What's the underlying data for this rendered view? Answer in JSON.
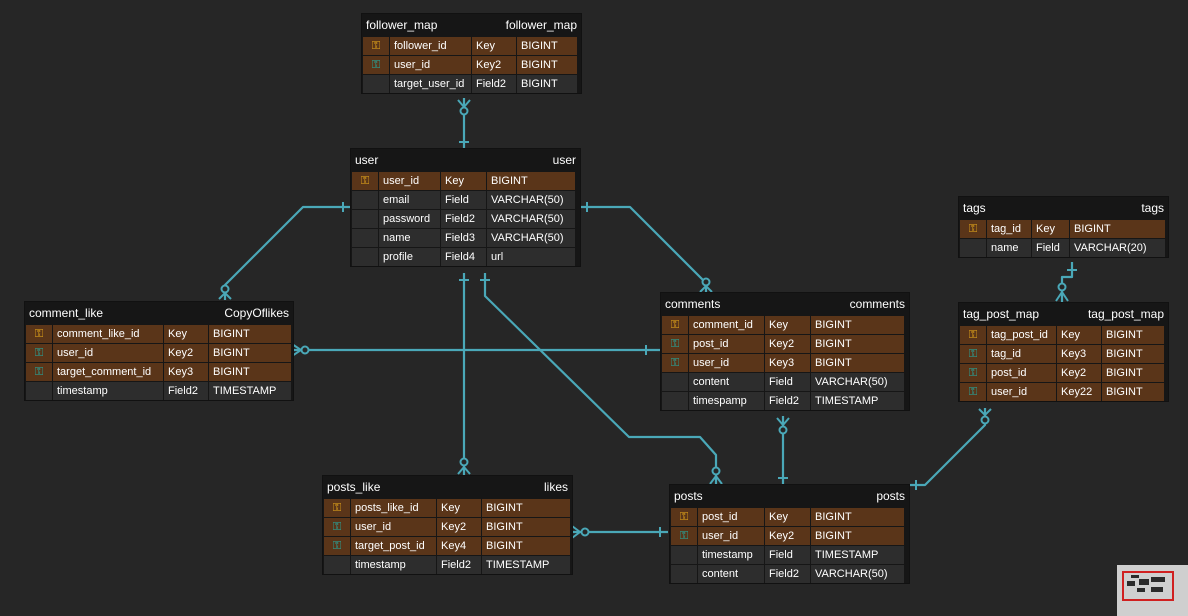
{
  "tables": {
    "follower_map": {
      "name": "follower_map",
      "alias": "follower_map",
      "rows": [
        {
          "icon": "key-gold",
          "field": "follower_id",
          "kind": "Key",
          "type": "BIGINT"
        },
        {
          "icon": "key-teal",
          "field": "user_id",
          "kind": "Key2",
          "type": "BIGINT"
        },
        {
          "icon": "",
          "field": "target_user_id",
          "kind": "Field2",
          "type": "BIGINT"
        }
      ]
    },
    "user": {
      "name": "user",
      "alias": "user",
      "rows": [
        {
          "icon": "key-gold",
          "field": "user_id",
          "kind": "Key",
          "type": "BIGINT"
        },
        {
          "icon": "",
          "field": "email",
          "kind": "Field",
          "type": "VARCHAR(50)"
        },
        {
          "icon": "",
          "field": "password",
          "kind": "Field2",
          "type": "VARCHAR(50)"
        },
        {
          "icon": "",
          "field": "name",
          "kind": "Field3",
          "type": "VARCHAR(50)"
        },
        {
          "icon": "",
          "field": "profile",
          "kind": "Field4",
          "type": "url"
        }
      ]
    },
    "tags": {
      "name": "tags",
      "alias": "tags",
      "rows": [
        {
          "icon": "key-gold",
          "field": "tag_id",
          "kind": "Key",
          "type": "BIGINT"
        },
        {
          "icon": "",
          "field": "name",
          "kind": "Field",
          "type": "VARCHAR(20)"
        }
      ]
    },
    "comment_like": {
      "name": "comment_like",
      "alias": "CopyOflikes",
      "rows": [
        {
          "icon": "key-gold",
          "field": "comment_like_id",
          "kind": "Key",
          "type": "BIGINT"
        },
        {
          "icon": "key-teal",
          "field": "user_id",
          "kind": "Key2",
          "type": "BIGINT"
        },
        {
          "icon": "key-teal",
          "field": "target_comment_id",
          "kind": "Key3",
          "type": "BIGINT"
        },
        {
          "icon": "",
          "field": "timestamp",
          "kind": "Field2",
          "type": "TIMESTAMP"
        }
      ]
    },
    "comments": {
      "name": "comments",
      "alias": "comments",
      "rows": [
        {
          "icon": "key-gold",
          "field": "comment_id",
          "kind": "Key",
          "type": "BIGINT"
        },
        {
          "icon": "key-teal",
          "field": "post_id",
          "kind": "Key2",
          "type": "BIGINT"
        },
        {
          "icon": "key-teal",
          "field": "user_id",
          "kind": "Key3",
          "type": "BIGINT"
        },
        {
          "icon": "",
          "field": "content",
          "kind": "Field",
          "type": "VARCHAR(50)"
        },
        {
          "icon": "",
          "field": "timespamp",
          "kind": "Field2",
          "type": "TIMESTAMP"
        }
      ]
    },
    "tag_post_map": {
      "name": "tag_post_map",
      "alias": "tag_post_map",
      "rows": [
        {
          "icon": "key-gold",
          "field": "tag_post_id",
          "kind": "Key",
          "type": "BIGINT"
        },
        {
          "icon": "key-teal",
          "field": "tag_id",
          "kind": "Key3",
          "type": "BIGINT"
        },
        {
          "icon": "key-teal",
          "field": "post_id",
          "kind": "Key2",
          "type": "BIGINT"
        },
        {
          "icon": "key-teal",
          "field": "user_id",
          "kind": "Key22",
          "type": "BIGINT"
        }
      ]
    },
    "posts_like": {
      "name": "posts_like",
      "alias": "likes",
      "rows": [
        {
          "icon": "key-gold",
          "field": "posts_like_id",
          "kind": "Key",
          "type": "BIGINT"
        },
        {
          "icon": "key-teal",
          "field": "user_id",
          "kind": "Key2",
          "type": "BIGINT"
        },
        {
          "icon": "key-teal",
          "field": "target_post_id",
          "kind": "Key4",
          "type": "BIGINT"
        },
        {
          "icon": "",
          "field": "timestamp",
          "kind": "Field2",
          "type": "TIMESTAMP"
        }
      ]
    },
    "posts": {
      "name": "posts",
      "alias": "posts",
      "rows": [
        {
          "icon": "key-gold",
          "field": "post_id",
          "kind": "Key",
          "type": "BIGINT"
        },
        {
          "icon": "key-teal",
          "field": "user_id",
          "kind": "Key2",
          "type": "BIGINT"
        },
        {
          "icon": "",
          "field": "timestamp",
          "kind": "Field",
          "type": "TIMESTAMP"
        },
        {
          "icon": "",
          "field": "content",
          "kind": "Field2",
          "type": "VARCHAR(50)"
        }
      ]
    }
  },
  "colors": {
    "canvas": "#262626",
    "table": "#161616",
    "key_row": "#5a3519",
    "field_row": "#2d2d2d",
    "connector": "#4aa8b8",
    "primary_key_icon": "#f3b21a",
    "foreign_key_icon": "#1fb6b0"
  },
  "minimap": {
    "icon": "minimap"
  }
}
